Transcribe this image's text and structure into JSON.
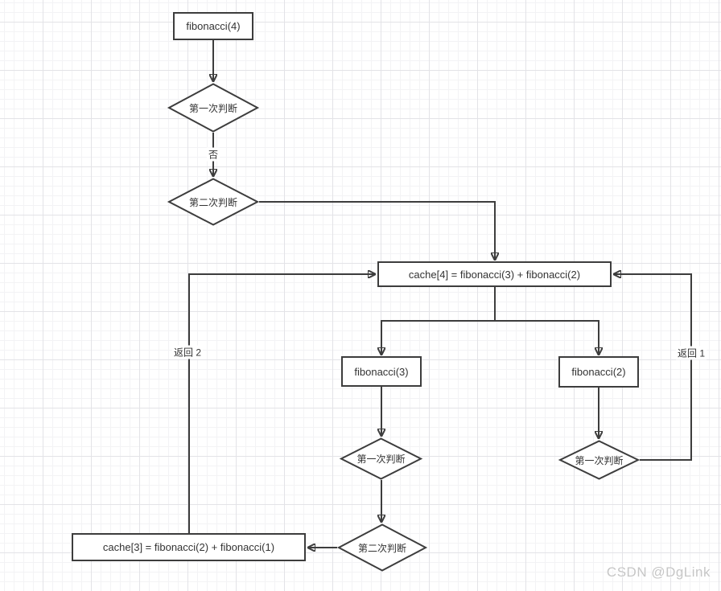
{
  "nodes": {
    "fib4": {
      "label": "fibonacci(4)"
    },
    "judge1_top": {
      "label": "第一次判断"
    },
    "judge2_top": {
      "label": "第二次判断"
    },
    "cache4": {
      "label": "cache[4] = fibonacci(3) + fibonacci(2)"
    },
    "fib3": {
      "label": "fibonacci(3)"
    },
    "fib2": {
      "label": "fibonacci(2)"
    },
    "judge1_left": {
      "label": "第一次判断"
    },
    "judge2_left": {
      "label": "第二次判断"
    },
    "cache3": {
      "label": "cache[3] = fibonacci(2) + fibonacci(1)"
    },
    "judge1_right": {
      "label": "第一次判断"
    }
  },
  "edge_labels": {
    "no": {
      "label": "否"
    },
    "return2": {
      "label": "返回 2"
    },
    "return1": {
      "label": "返回 1"
    }
  },
  "watermark": {
    "text": "CSDN @DgLink"
  },
  "colors": {
    "stroke": "#3d3d3d",
    "text": "#333333",
    "node_fill": "#ffffff",
    "grid_minor": "#f3f3f5",
    "grid_major": "#e3e3e7",
    "watermark": "#c6c6c6"
  }
}
